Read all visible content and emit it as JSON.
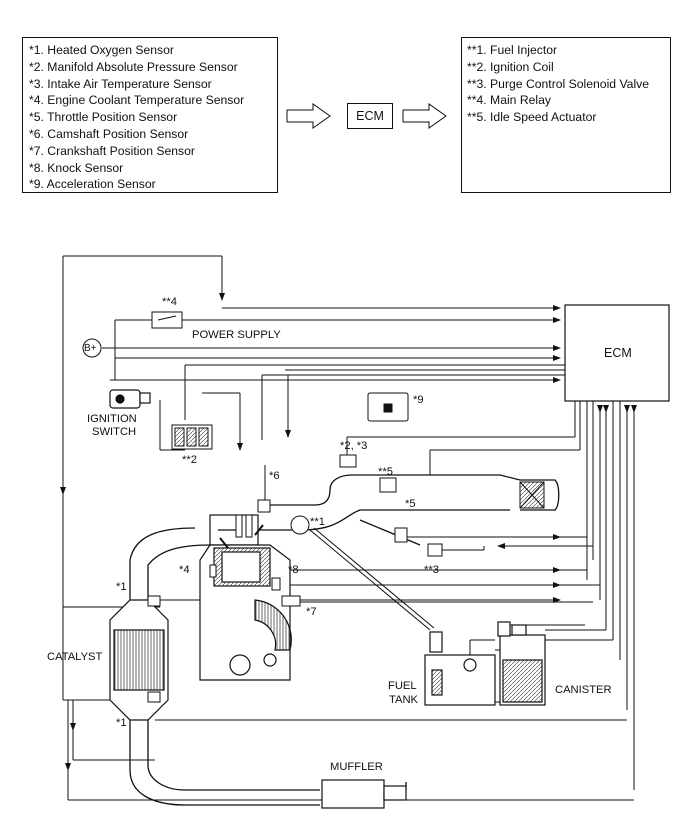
{
  "sensors": [
    "*1. Heated Oxygen Sensor",
    "*2. Manifold Absolute Pressure Sensor",
    "*3. Intake Air Temperature Sensor",
    "*4. Engine Coolant Temperature Sensor",
    "*5. Throttle Position Sensor",
    "*6. Camshaft Position Sensor",
    "*7. Crankshaft Position Sensor",
    "*8. Knock Sensor",
    "*9. Acceleration Sensor"
  ],
  "actuators": [
    "**1. Fuel Injector",
    "**2. Ignition Coil",
    "**3. Purge Control Solenoid Valve",
    "**4. Main Relay",
    "**5. Idle Speed Actuator"
  ],
  "ecm_label": "ECM",
  "labels": {
    "ecm_box": "ECM",
    "power_supply": "POWER SUPPLY",
    "main_relay": "**4",
    "battery": "B+",
    "ignition_switch_line1": "IGNITION",
    "ignition_switch_line2": "SWITCH",
    "ignition_coil": "**2",
    "accel_sensor": "*9",
    "map_iat": "*2, *3",
    "idle_actuator": "**5",
    "throttle_sensor": "*5",
    "cam_sensor": "*6",
    "injector": "**1",
    "purge_valve": "**3",
    "coolant_sensor": "*4",
    "knock_sensor": "*8",
    "crank_sensor": "*7",
    "o2_upper": "*1",
    "o2_lower": "*1",
    "catalyst": "CATALYST",
    "fuel_tank_line1": "FUEL",
    "fuel_tank_line2": "TANK",
    "canister": "CANISTER",
    "muffler": "MUFFLER"
  }
}
